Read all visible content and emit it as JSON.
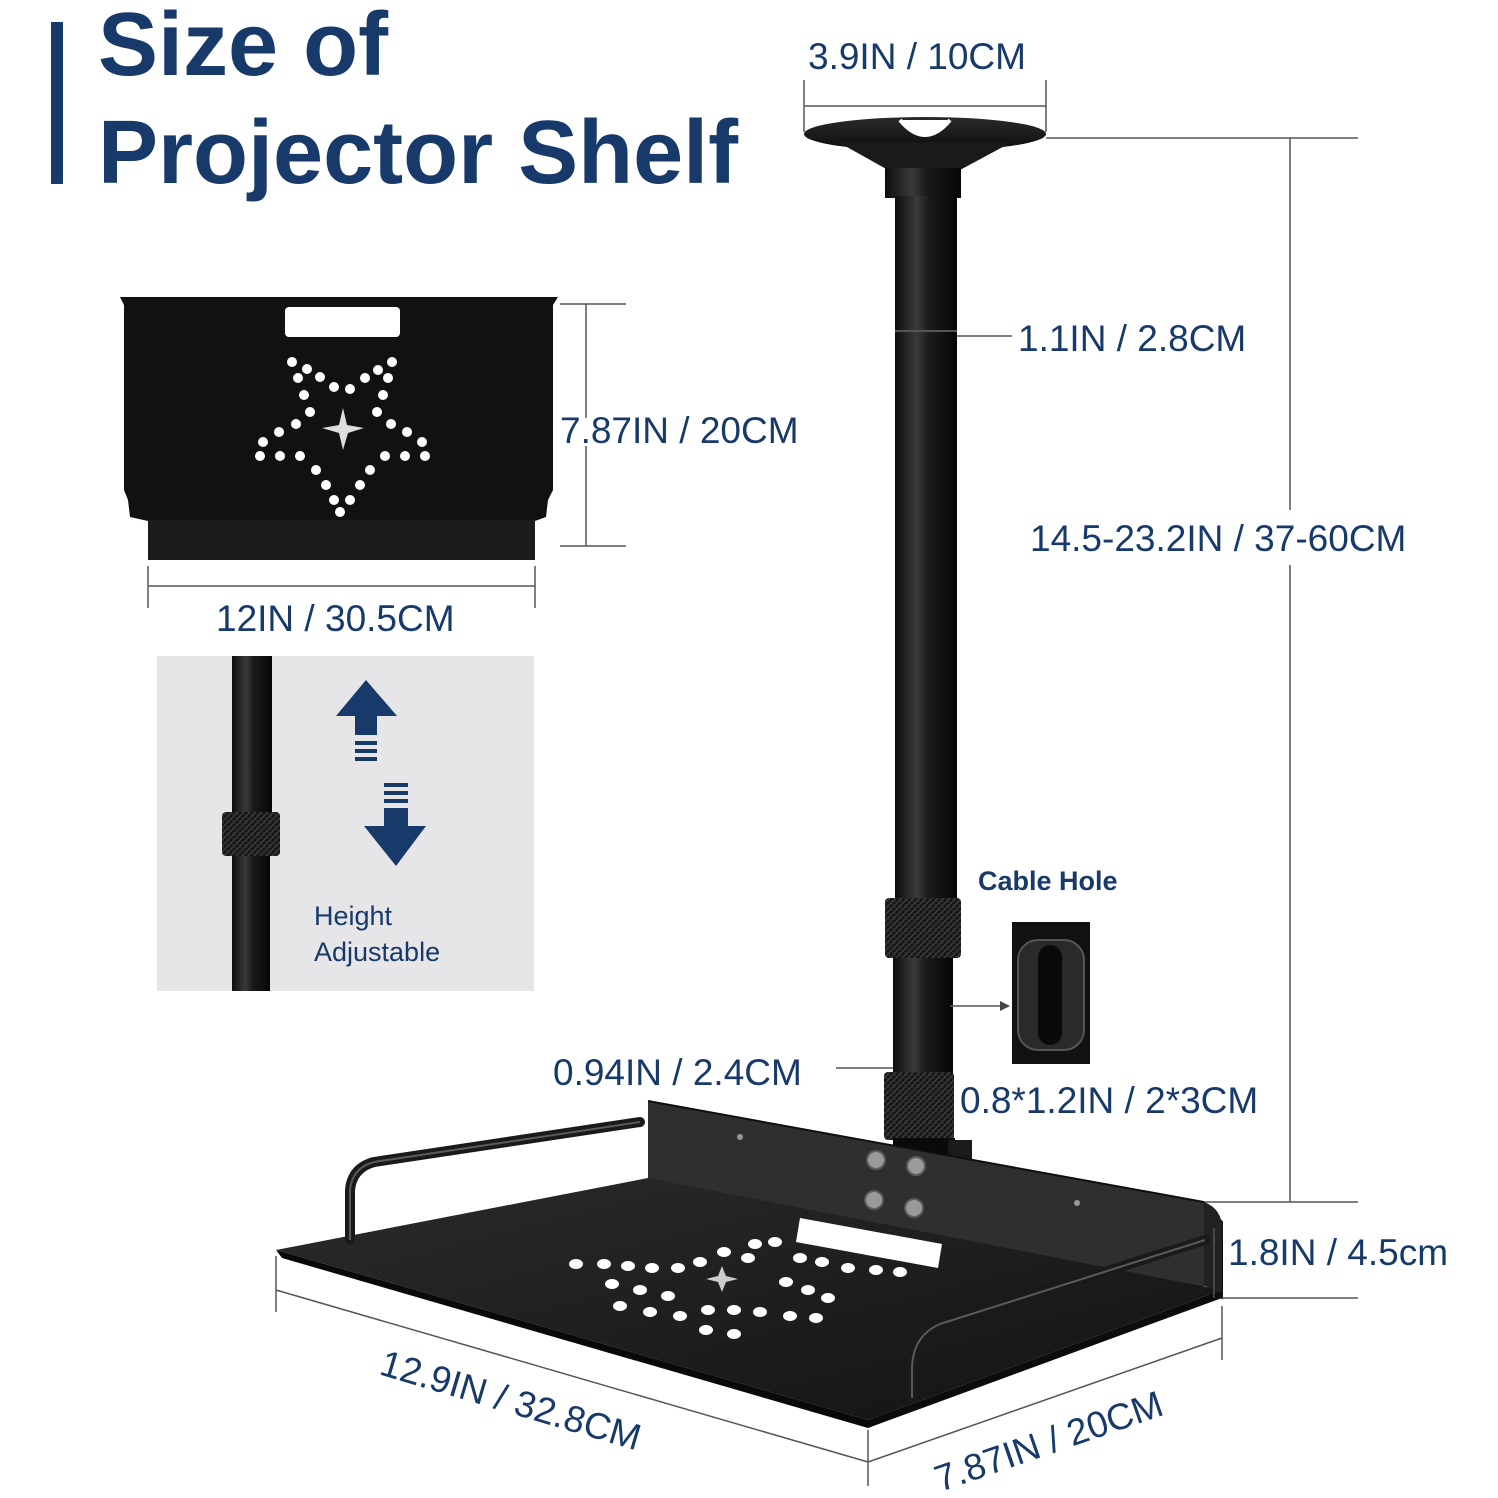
{
  "title": {
    "line1": "Size of",
    "line2": "Projector Shelf"
  },
  "dimensions": {
    "plate_diameter": "3.9IN / 10CM",
    "pole_diameter": "1.1IN / 2.8CM",
    "pole_height": "14.5-23.2IN / 37-60CM",
    "front_height": "7.87IN / 20CM",
    "front_width": "12IN / 30.5CM",
    "pole_lower_diameter": "0.94IN / 2.4CM",
    "cable_hole_size": "0.8*1.2IN / 2*3CM",
    "lip_height": "1.8IN / 4.5cm",
    "shelf_length": "12.9IN / 32.8CM",
    "shelf_depth": "7.87IN / 20CM"
  },
  "callouts": {
    "cable_hole": "Cable Hole"
  },
  "height_panel": {
    "line1": "Height",
    "line2": "Adjustable"
  },
  "colors": {
    "brand_navy": "#173a6b",
    "product_black": "#141414",
    "panel_gray": "#e5e5e7",
    "dim_line": "#555555"
  }
}
